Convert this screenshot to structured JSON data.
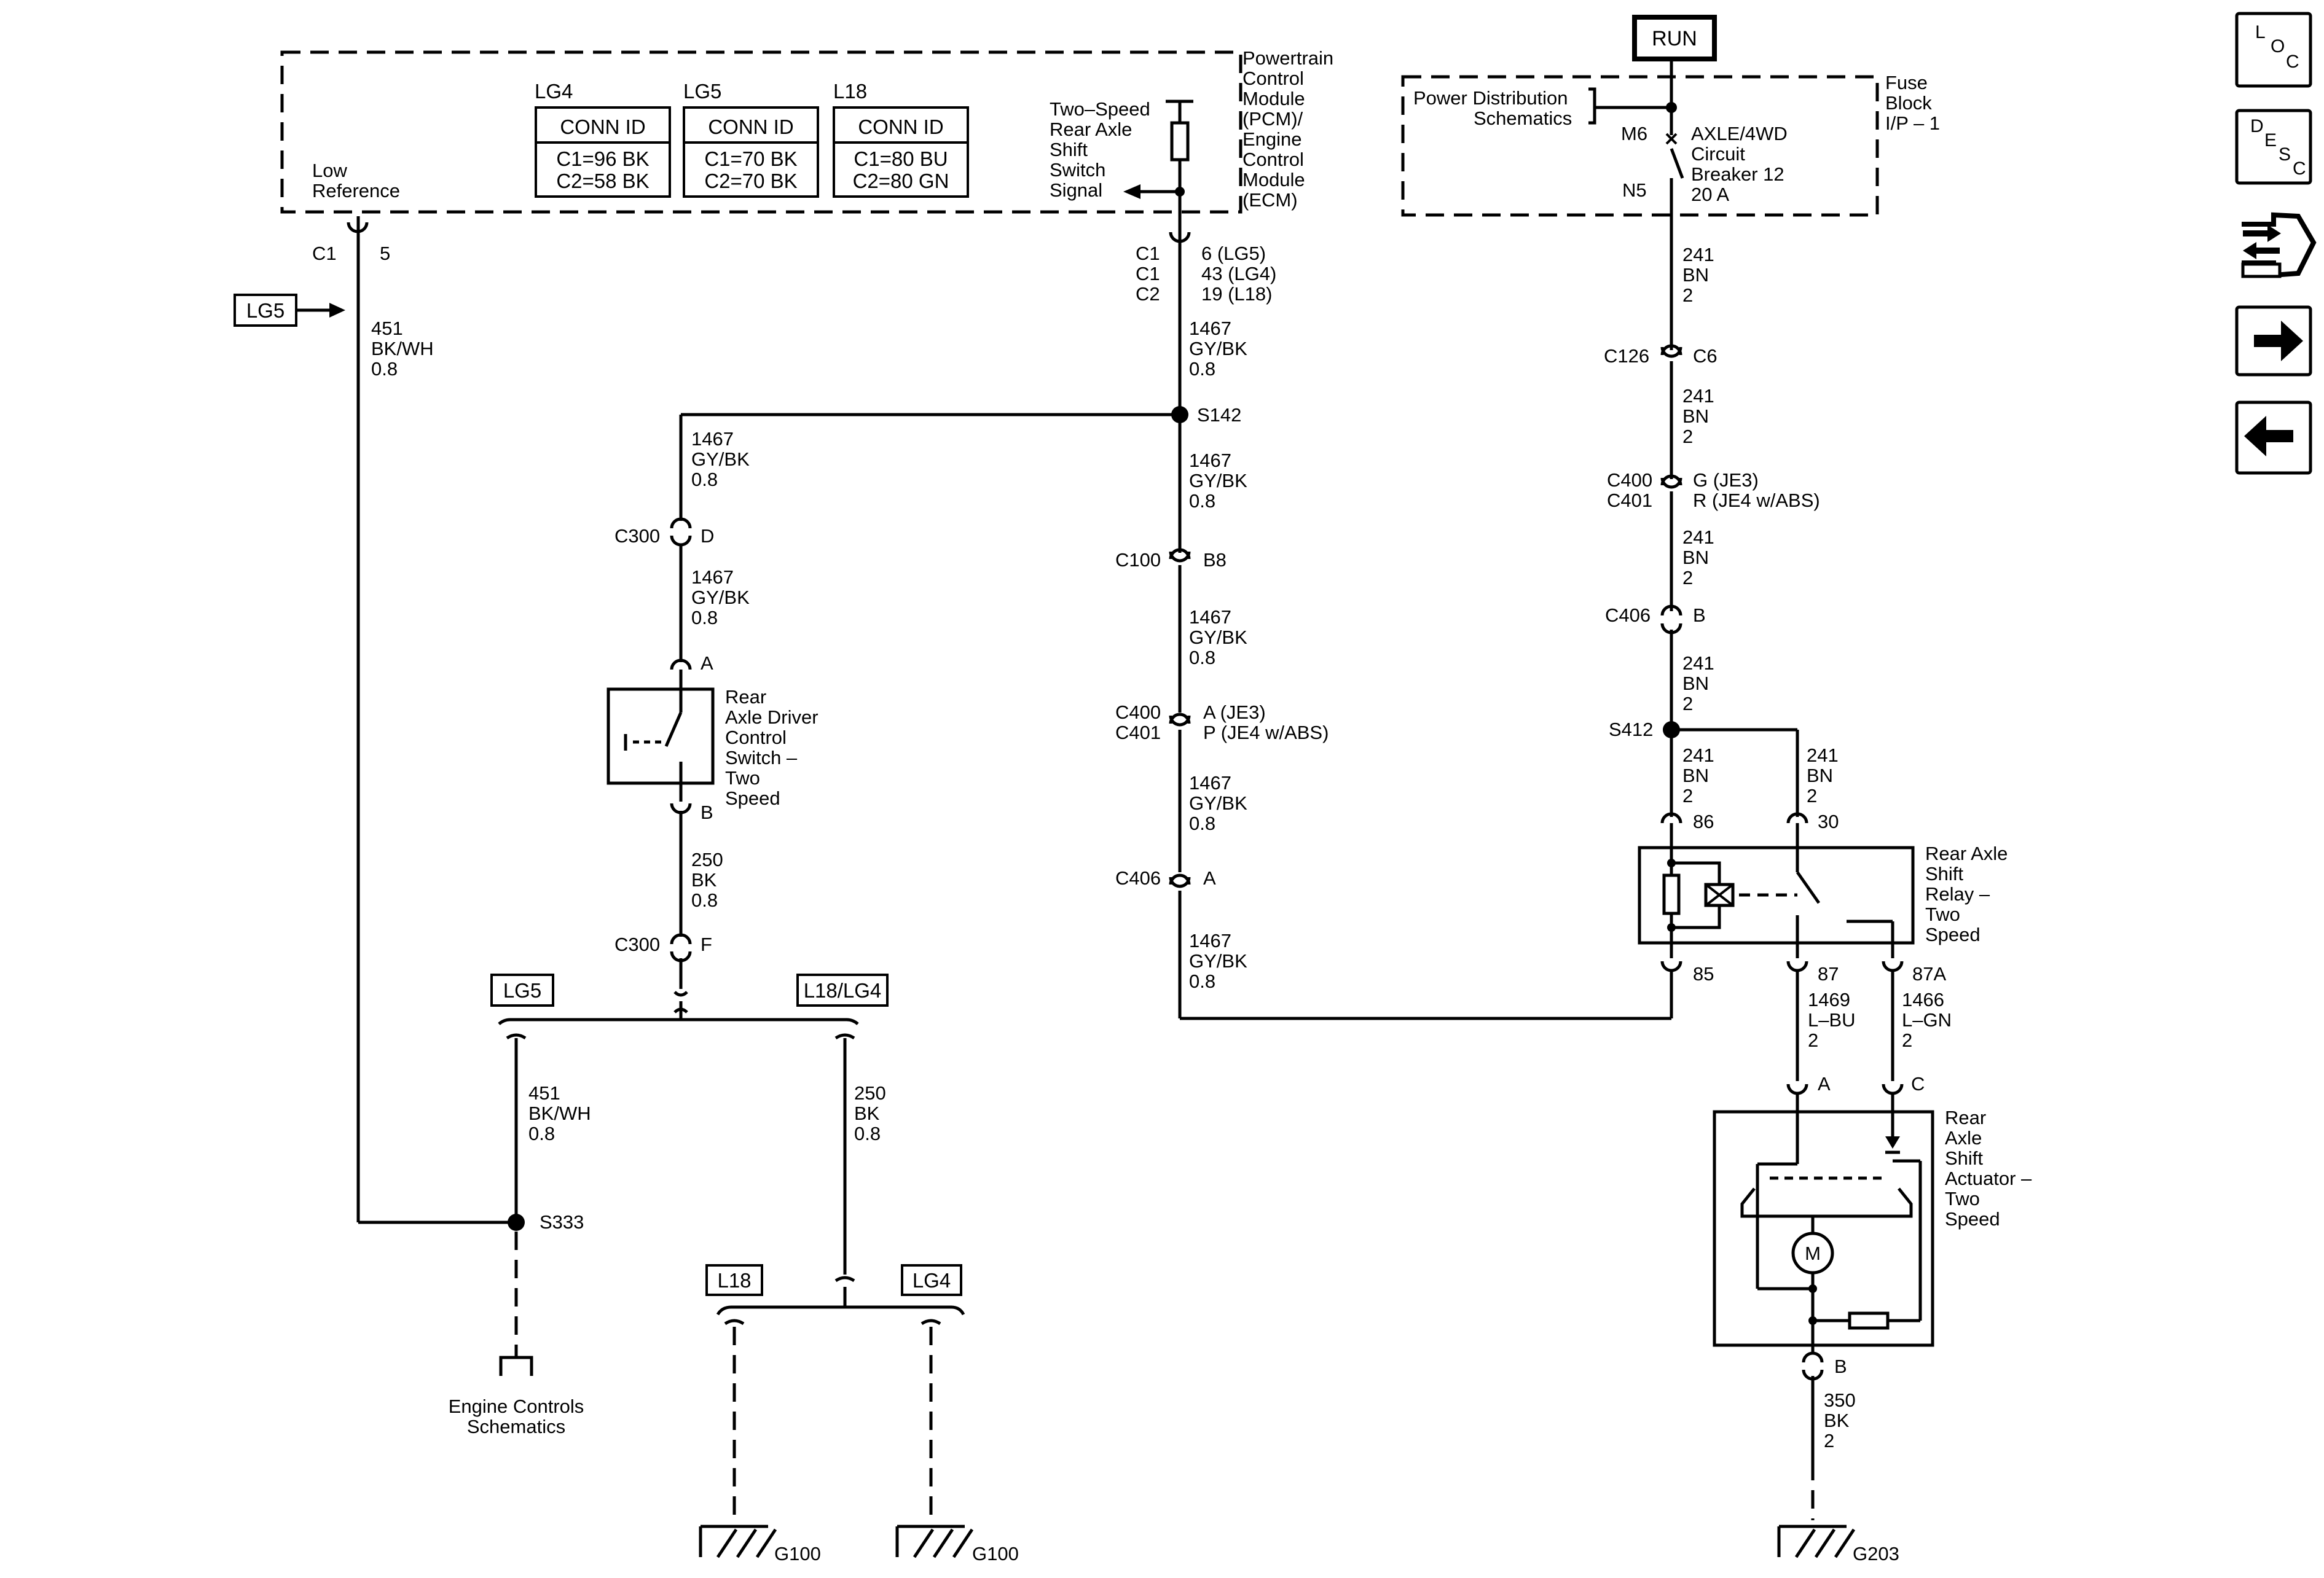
{
  "pcm": {
    "title": [
      "Powertrain",
      "Control",
      "Module",
      "(PCM)/",
      "Engine",
      "Control",
      "Module",
      "(ECM)"
    ],
    "low_ref": [
      "Low",
      "Reference"
    ],
    "conn_low": {
      "c": "C1",
      "pin": "5"
    },
    "signal": [
      "Two–Speed",
      "Rear Axle",
      "Shift",
      "Switch",
      "Signal"
    ],
    "conn_sig_c": [
      "C1",
      "C1",
      "C2"
    ],
    "conn_sig_pins": [
      "6 (LG5)",
      "43 (LG4)",
      "19 (L18)"
    ],
    "conn_tables": [
      {
        "tag": "LG4",
        "header": "CONN ID",
        "rows": [
          "C1=96 BK",
          "C2=58 BK"
        ]
      },
      {
        "tag": "LG5",
        "header": "CONN ID",
        "rows": [
          "C1=70 BK",
          "C2=70 BK"
        ]
      },
      {
        "tag": "L18",
        "header": "CONN ID",
        "rows": [
          "C1=80 BU",
          "C2=80 GN"
        ]
      }
    ]
  },
  "wires": {
    "w451": [
      "451",
      "BK/WH",
      "0.8"
    ],
    "w1467": [
      "1467",
      "GY/BK",
      "0.8"
    ],
    "w250": [
      "250",
      "BK",
      "0.8"
    ],
    "w241": [
      "241",
      "BN",
      "2"
    ],
    "w1469": [
      "1469",
      "L–BU",
      "2"
    ],
    "w1466": [
      "1466",
      "L–GN",
      "2"
    ],
    "w350": [
      "350",
      "BK",
      "2"
    ]
  },
  "tags": {
    "lg5": "LG5",
    "l18lg4": "L18/LG4",
    "l18": "L18",
    "lg4": "LG4",
    "run": "RUN"
  },
  "left": {
    "s142": "S142",
    "s333": "S333",
    "c300_top": {
      "c": "C300",
      "pin": "D"
    },
    "c300_bot": {
      "c": "C300",
      "pin": "F"
    },
    "switch_pin_a": "A",
    "switch_pin_b": "B",
    "switch_label": [
      "Rear",
      "Axle Driver",
      "Control",
      "Switch –",
      "Two",
      "Speed"
    ],
    "engine_controls": [
      "Engine Controls",
      "Schematics"
    ],
    "g100": "G100"
  },
  "middle": {
    "c100": {
      "c": "C100",
      "pin": "B8"
    },
    "c400": {
      "c": [
        "C400",
        "C401"
      ],
      "pin": [
        "A (JE3)",
        "P (JE4 w/ABS)"
      ]
    },
    "c406": {
      "c": "C406",
      "pin": "A"
    }
  },
  "right": {
    "pds": [
      "Power Distribution",
      "Schematics"
    ],
    "fuse_block": [
      "Fuse",
      "Block",
      "I/P – 1"
    ],
    "m6": "M6",
    "n5": "N5",
    "breaker": [
      "AXLE/4WD",
      "Circuit",
      "Breaker 12",
      "20 A"
    ],
    "c126": {
      "c": "C126",
      "pin": "C6"
    },
    "c400": {
      "c": [
        "C400",
        "C401"
      ],
      "pin": [
        "G (JE3)",
        "R (JE4 w/ABS)"
      ]
    },
    "c406": {
      "c": "C406",
      "pin": "B"
    },
    "s412": "S412",
    "relay_pins": {
      "p86": "86",
      "p30": "30",
      "p85": "85",
      "p87": "87",
      "p87a": "87A"
    },
    "relay_label": [
      "Rear Axle",
      "Shift",
      "Relay –",
      "Two",
      "Speed"
    ],
    "actuator_pins": {
      "a": "A",
      "c": "C",
      "b": "B"
    },
    "actuator_label": [
      "Rear",
      "Axle",
      "Shift",
      "Actuator –",
      "Two",
      "Speed"
    ],
    "motor": "M",
    "g203": "G203"
  },
  "nav": {
    "loc": [
      "L",
      "O",
      "C"
    ],
    "desc": [
      "D",
      "E",
      "S",
      "C"
    ],
    "icons": [
      "connector-end-view-icon",
      "arrow-right-icon",
      "arrow-left-icon"
    ]
  }
}
